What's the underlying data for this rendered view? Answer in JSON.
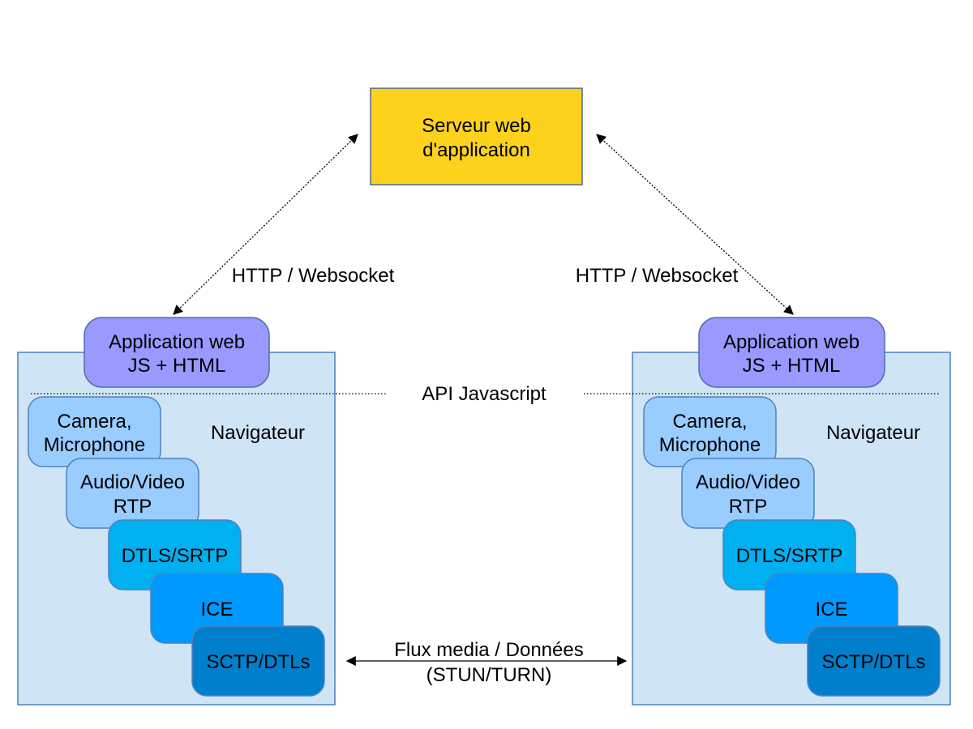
{
  "server": {
    "line1": "Serveur web",
    "line2": "d'application",
    "fill": "#fdd21d",
    "stroke": "#4a6a8c"
  },
  "links": {
    "left_label": "HTTP / Websocket",
    "right_label": "HTTP / Websocket",
    "api_label": "API Javascript",
    "media_line1": "Flux media / Données",
    "media_line2": "(STUN/TURN)"
  },
  "peers": [
    {
      "container_label": "Navigateur",
      "app_line1": "Application web",
      "app_line2": "JS + HTML",
      "stack": [
        {
          "line1": "Camera,",
          "line2": "Microphone"
        },
        {
          "line1": "Audio/Video",
          "line2": "RTP"
        },
        {
          "line1": "DTLS/SRTP",
          "line2": ""
        },
        {
          "line1": "ICE",
          "line2": ""
        },
        {
          "line1": "SCTP/DTLs",
          "line2": ""
        }
      ]
    },
    {
      "container_label": "Navigateur",
      "app_line1": "Application web",
      "app_line2": "JS + HTML",
      "stack": [
        {
          "line1": "Camera,",
          "line2": "Microphone"
        },
        {
          "line1": "Audio/Video",
          "line2": "RTP"
        },
        {
          "line1": "DTLS/SRTP",
          "line2": ""
        },
        {
          "line1": "ICE",
          "line2": ""
        },
        {
          "line1": "SCTP/DTLs",
          "line2": ""
        }
      ]
    }
  ],
  "colors": {
    "container_fill": "#cfe4f4",
    "container_stroke": "#4f81bd",
    "app_fill": "#9999ff",
    "app_stroke": "#4f6fa8",
    "stack_fills": [
      "#99ccff",
      "#99ccff",
      "#00b0f0",
      "#0099ff",
      "#0080cc"
    ],
    "stack_stroke": "#4f81bd"
  }
}
